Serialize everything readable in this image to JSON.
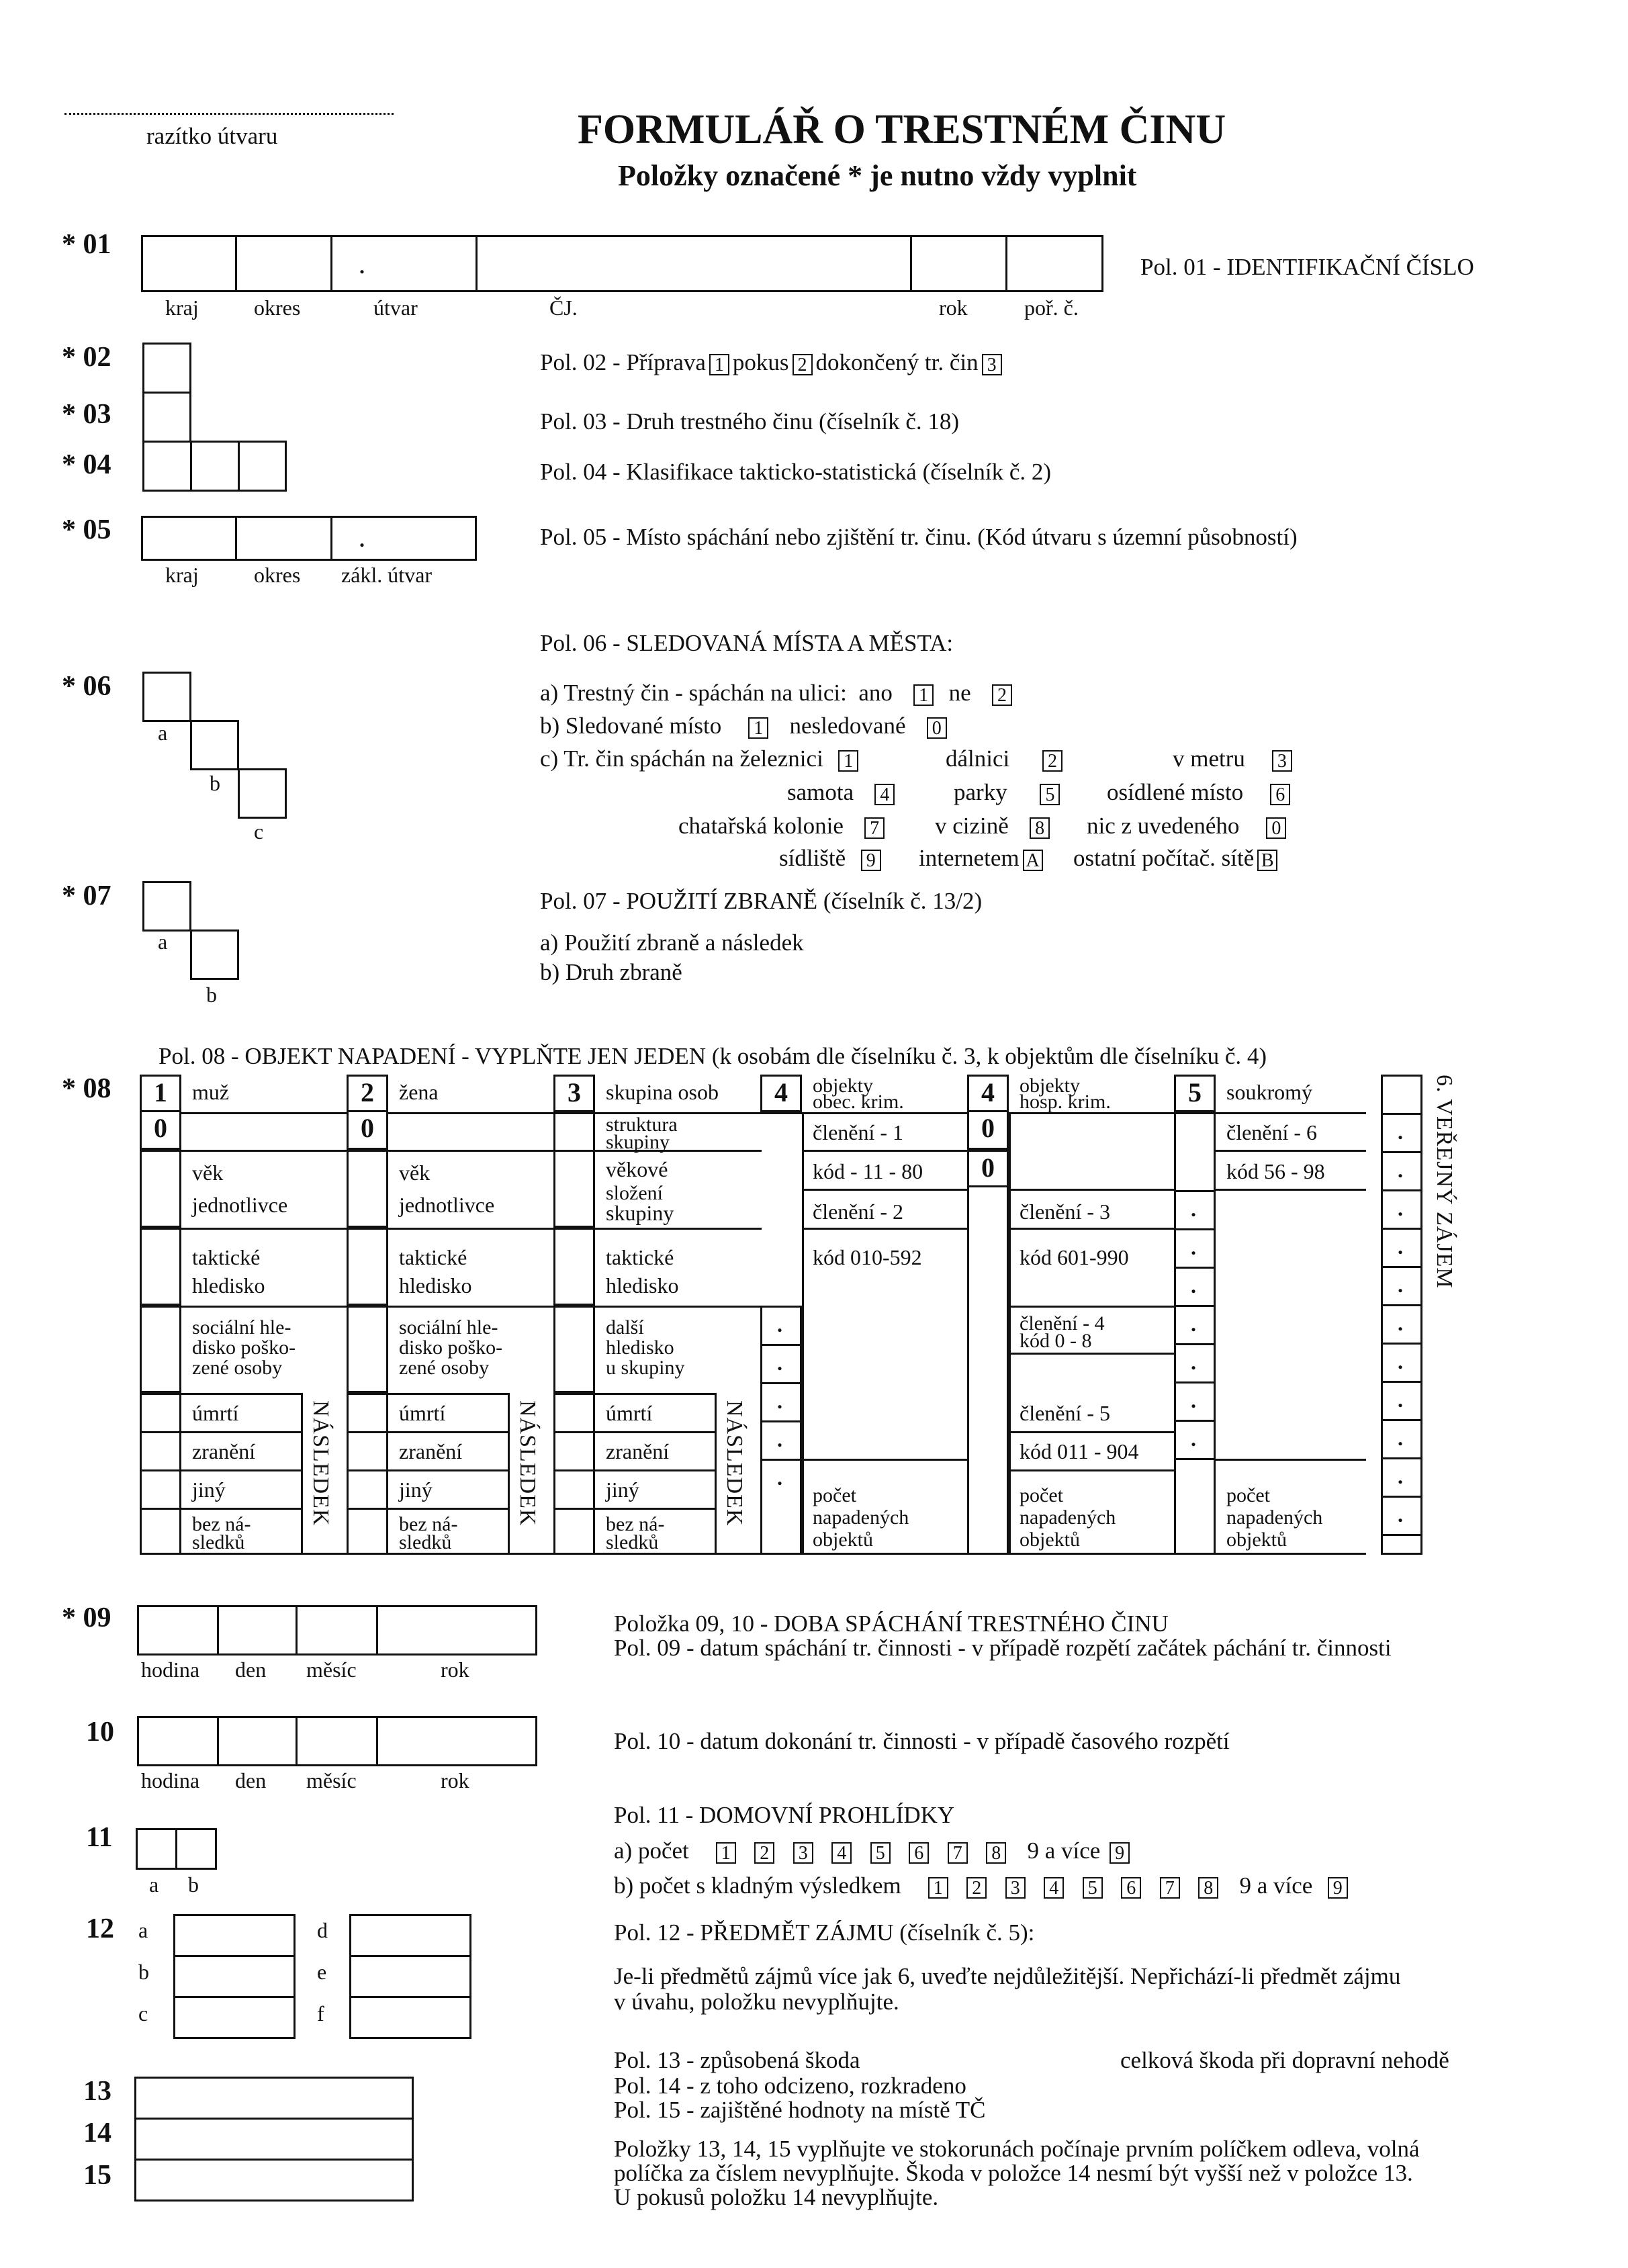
{
  "header": {
    "stamp_label": "razítko útvaru",
    "title": "FORMULÁŘ O TRESTNÉM ČINU",
    "subtitle": "Položky označené * je nutno vždy vyplnit"
  },
  "items": {
    "n01": "* 01",
    "n02": "* 02",
    "n03": "* 03",
    "n04": "* 04",
    "n05": "* 05",
    "n06": "* 06",
    "n07": "* 07",
    "n08": "* 08",
    "n09": "* 09",
    "n10": "10",
    "n11": "11",
    "n12": "12",
    "n13": "13",
    "n14": "14",
    "n15": "15"
  },
  "pol01": {
    "labels": [
      "kraj",
      "okres",
      "útvar",
      "ČJ.",
      "rok",
      "poř. č."
    ],
    "desc": "Pol. 01 - IDENTIFIKAČNÍ ČÍSLO"
  },
  "pol02": {
    "text": "Pol. 02 - Příprava",
    "o1": "1",
    "t2": "pokus",
    "o2": "2",
    "t3": "dokončený tr. čin",
    "o3": "3"
  },
  "pol03": {
    "text": "Pol. 03 - Druh trestného činu (číselník č. 18)"
  },
  "pol04": {
    "text": "Pol. 04 - Klasifikace takticko-statistická (číselník č. 2)"
  },
  "pol05": {
    "labels": [
      "kraj",
      "okres",
      "zákl. útvar"
    ],
    "text": "Pol. 05 - Místo spáchání nebo zjištění tr. činu. (Kód útvaru s územní působností)"
  },
  "pol06": {
    "title": "Pol. 06 - SLEDOVANÁ MÍSTA A MĚSTA:",
    "box_labels": [
      "a",
      "b",
      "c"
    ],
    "a_text": "a) Trestný čin - spáchán na ulici:",
    "a_yes": "ano",
    "a_yes_code": "1",
    "a_no": "ne",
    "a_no_code": "2",
    "b_text": "b) Sledované místo",
    "b_code1": "1",
    "b_text2": "nesledované",
    "b_code2": "0",
    "c_text": "c) Tr. čin spáchán na železnici",
    "c_options": [
      {
        "label": "na železnici",
        "code": "1"
      },
      {
        "label": "dálnici",
        "code": "2"
      },
      {
        "label": "v metru",
        "code": "3"
      },
      {
        "label": "samota",
        "code": "4"
      },
      {
        "label": "parky",
        "code": "5"
      },
      {
        "label": "osídlené místo",
        "code": "6"
      },
      {
        "label": "chatařská kolonie",
        "code": "7"
      },
      {
        "label": "v cizině",
        "code": "8"
      },
      {
        "label": "nic z uvedeného",
        "code": "0"
      },
      {
        "label": "sídliště",
        "code": "9"
      },
      {
        "label": "internetem",
        "code": "A"
      },
      {
        "label": "ostatní počítač. sítě",
        "code": "B"
      }
    ]
  },
  "pol07": {
    "title": "Pol. 07 - POUŽITÍ ZBRANĚ (číselník č. 13/2)",
    "a": "a) Použití zbraně a následek",
    "b": "b) Druh zbraně",
    "box_labels": [
      "a",
      "b"
    ]
  },
  "pol08": {
    "title": "Pol. 08 - OBJEKT NAPADENÍ - VYPLŇTE JEN JEDEN (k osobám dle číselníku č. 3, k objektům dle číselníku č. 4)",
    "col1": {
      "num": "1",
      "head": "muž",
      "zero": "0",
      "rows": [
        "věk",
        "jednotlivce",
        "taktické",
        "hledisko",
        "sociální hle-",
        "disko poško-",
        "zené osoby",
        "úmrtí",
        "zranění",
        "jiný",
        "bez ná-",
        "sledků"
      ],
      "side": "NÁSLEDEK"
    },
    "col2": {
      "num": "2",
      "head": "žena",
      "zero": "0",
      "rows": [
        "věk",
        "jednotlivce",
        "taktické",
        "hledisko",
        "sociální hle-",
        "disko poško-",
        "zené osoby",
        "úmrtí",
        "zranění",
        "jiný",
        "bez ná-",
        "sledků"
      ],
      "side": "NÁSLEDEK"
    },
    "col3": {
      "num": "3",
      "head": "skupina osob",
      "rows": [
        "struktura",
        "skupiny",
        "věkové",
        "složení",
        "skupiny",
        "taktické",
        "hledisko",
        "další",
        "hledisko",
        "u skupiny",
        "úmrtí",
        "zranění",
        "jiný",
        "bez ná-",
        "sledků"
      ],
      "side": "NÁSLEDEK"
    },
    "col4a": {
      "num": "4",
      "head1": "objekty",
      "head2": "obec. krim.",
      "rows": [
        "členění - 1",
        "kód - 11 - 80",
        "členění - 2",
        "kód 010-592",
        "počet",
        "napadených",
        "objektů"
      ]
    },
    "col4b": {
      "num": "4",
      "head1": "objekty",
      "head2": "hosp. krim.",
      "zero1": "0",
      "zero2": "0",
      "rows": [
        "členění - 3",
        "kód 601-990",
        "členění - 4",
        "kód 0 - 8",
        "členění - 5",
        "kód 011 - 904",
        "počet",
        "napadených",
        "objektů"
      ]
    },
    "col5": {
      "num": "5",
      "head": "soukromý",
      "rows": [
        "členění - 6",
        "kód 56 - 98",
        "počet",
        "napadených",
        "objektů"
      ]
    },
    "col6": {
      "side": "6. VEŘEJNÝ ZÁJEM"
    },
    "dot": "."
  },
  "pol09": {
    "labels": [
      "hodina",
      "den",
      "měsíc",
      "rok"
    ],
    "title": "Položka 09, 10 - DOBA SPÁCHÁNÍ TRESTNÉHO ČINU",
    "text": "Pol. 09 - datum spáchání tr. činnosti - v případě rozpětí začátek páchání tr. činnosti"
  },
  "pol10": {
    "labels": [
      "hodina",
      "den",
      "měsíc",
      "rok"
    ],
    "text": "Pol. 10 - datum dokonání tr. činnosti - v případě časového rozpětí"
  },
  "pol11": {
    "title": "Pol. 11 - DOMOVNÍ PROHLÍDKY",
    "box_labels": [
      "a",
      "b"
    ],
    "a_text": "a) počet",
    "b_text": "b) počet s kladným výsledkem",
    "codes": [
      "1",
      "2",
      "3",
      "4",
      "5",
      "6",
      "7",
      "8"
    ],
    "more": "9 a více",
    "more_code": "9"
  },
  "pol12": {
    "box_labels": [
      "a",
      "b",
      "c",
      "d",
      "e",
      "f"
    ],
    "title": "Pol. 12 - PŘEDMĚT ZÁJMU (číselník č. 5):",
    "text1": "Je-li předmětů zájmů více jak 6, uveďte nejdůležitější. Nepřichází-li předmět zájmu",
    "text2": "v úvahu, položku nevyplňujte."
  },
  "pol13_15": {
    "t13": "Pol. 13 - způsobená škoda",
    "t13b": "celková škoda při dopravní nehodě",
    "t14": "Pol. 14 - z toho odcizeno, rozkradeno",
    "t15": "Pol. 15 - zajištěné hodnoty na místě TČ",
    "note1": "Položky 13, 14, 15 vyplňujte ve stokorunách počínaje prvním políčkem odleva, volná",
    "note2": "políčka za číslem nevyplňujte. Škoda v položce 14 nesmí být vyšší než v položce 13.",
    "note3": "U pokusů položku 14 nevyplňujte."
  }
}
